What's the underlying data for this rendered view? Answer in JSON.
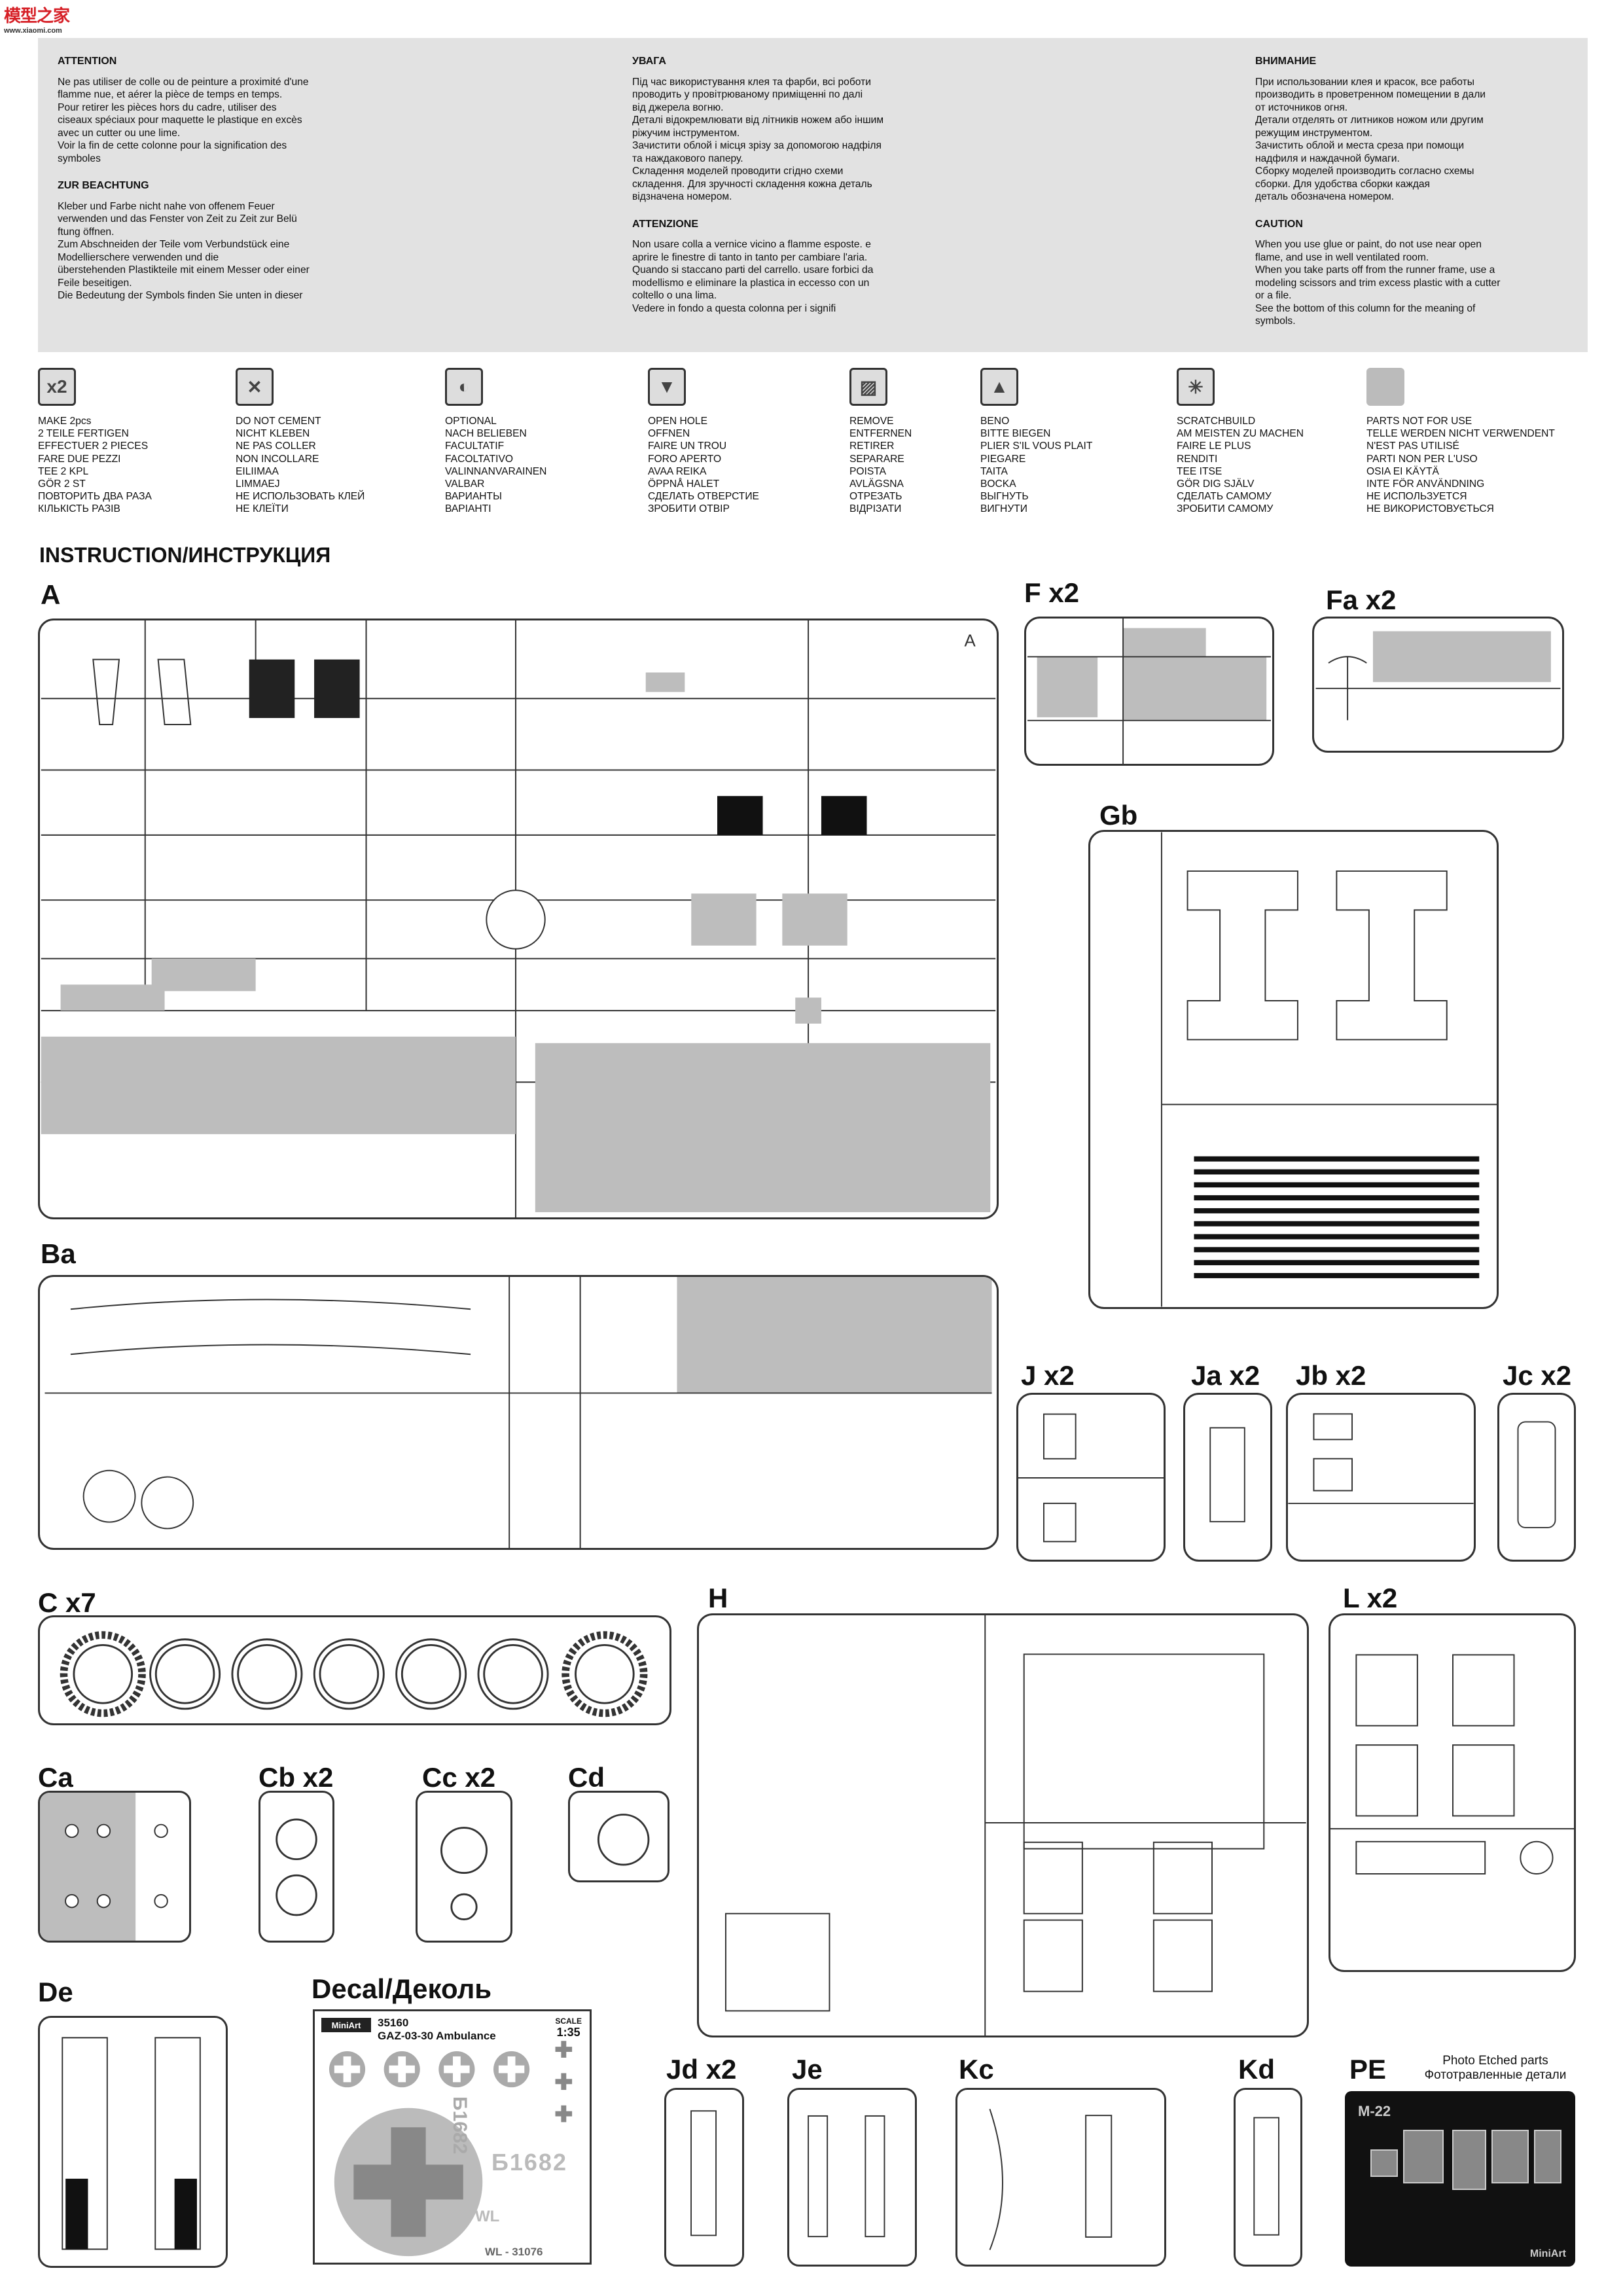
{
  "watermark": {
    "text": "模型之家",
    "sub": "www.xiaomi.com"
  },
  "warnings": [
    {
      "heading": "ATTENTION",
      "lines": [
        "Ne pas utiliser de colle ou de peinture a proximité d'une",
        "flamme nue, et aérer la pièce de temps en temps.",
        "Pour retirer les pièces hors du cadre, utiliser des",
        "ciseaux spéciaux pour maquette le plastique en excès",
        "avec un cutter ou une lime.",
        "Voir la fin de cette colonne pour la signification des",
        "symboles"
      ],
      "heading2": "ZUR BEACHTUNG",
      "lines2": [
        "Kleber und Farbe nicht nahe von offenem Feuer",
        "verwenden und das Fenster von Zeit zu Zeit zur Belü",
        "ftung öffnen.",
        "Zum Abschneiden  der Teile vom Verbundstück eine",
        "Modellierschere   verwenden   und   die",
        "überstehenden Plastikteile mit einem Messer oder einer",
        "Feile beseitigen.",
        "Die Bedeutung der Symbols finden Sie unten in dieser"
      ]
    },
    {
      "heading": "УВАГА",
      "lines": [
        "Під час використування клея та фарби, всі роботи",
        "проводить у провітрюваному  приміщенні по далі",
        "від джерела    вогню.",
        "Деталі відокремлювати від літників ножем або іншим",
        "ріжучим інструментом.",
        "Зачистити облой і місця зрізу за допомогою надфіля",
        "та наждакового паперу.",
        "Складення моделей проводити сгідно  схеми",
        "складення. Для зручності складення кожна деталь",
        "відзначена номером."
      ],
      "heading2": "ATTENZIONE",
      "lines2": [
        "Non usare colla a vernice vicino a flamme esposte. e",
        "aprire le finestre di tanto in tanto per cambiare l'aria.",
        "Quando si staccano parti del carrello. usare forbici da",
        "modellismo e eliminare la plastica in eccesso con un",
        "coltello o una lima.",
        "Vedere in fondo a questa colonna per i signifi"
      ]
    },
    {
      "heading": "ВНИМАНИЕ",
      "lines": [
        "При использовании клея и красок, все работы",
        "производить в проветренном помещении в дали",
        "от источников огня.",
        "Детали отделять от литников ножом или другим",
        "режущим инструментом.",
        "Зачистить облой и места среза при помощи",
        "надфиля и наждачной бумаги.",
        "Сборку моделей производить согласно схемы",
        "сборки. Для удобства сборки каждая",
        "деталь обозначена номером."
      ],
      "heading2": "CAUTION",
      "lines2": [
        "When you use glue or paint, do not use near open",
        "flame, and use in well ventilated room.",
        "When you take parts off from the runner frame, use a",
        "modeling scissors and trim excess plastic with a cutter",
        "or a file.",
        "See the bottom of this column for the meaning of",
        "symbols."
      ]
    }
  ],
  "symbols": [
    {
      "icon": "x2",
      "lines": [
        "MAKE 2pcs",
        "2 TEILE FERTIGEN",
        "EFFECTUER 2 PIECES",
        "FARE DUE PEZZI",
        "TEE 2 KPL",
        "GÖR 2 ST",
        "ПОВТОРИТЬ ДВА РАЗА",
        "КІЛЬКІСТЬ РАЗІВ"
      ]
    },
    {
      "icon": "✕",
      "lines": [
        "DO NOT CEMENT",
        "NICHT KLEBEN",
        "NE PAS COLLER",
        "NON INCOLLARE",
        "EILIIMAA",
        "LIMMAEJ",
        "НЕ ИСПОЛЬЗОВАТЬ КЛЕЙ",
        "НЕ КЛЕЇТИ"
      ]
    },
    {
      "icon": "◐",
      "lines": [
        "OPTIONAL",
        "NACH BELIEBEN",
        "FACULTATIF",
        "FACOLTATIVO",
        "VALINNANVARAINEN",
        "VALBAR",
        "ВАРИАНТЫ",
        "ВАРІАНТІ"
      ]
    },
    {
      "icon": "▼",
      "lines": [
        "OPEN  HOLE",
        "OFFNEN",
        "FAIRE UN TROU",
        "FORO APERTO",
        "AVAA REIKA",
        "ÖPPNÅ HALET",
        "СДЕЛАТЬ ОТВЕРСТИЕ",
        "ЗРОБИТИ ОТВІР"
      ]
    },
    {
      "icon": "▨",
      "lines": [
        "REMOVE",
        "ENTFERNEN",
        "RETIRER",
        "SEPARARE",
        "POISTA",
        "AVLÄGSNA",
        "ОТРЕЗАТЬ",
        "ВІДРІЗАТИ"
      ]
    },
    {
      "icon": "▲",
      "lines": [
        "BENO",
        "BITTE BIEGEN",
        "PLIER S'IL VOUS PLAIT",
        "PIEGARE",
        "TAITA",
        "BOCKA",
        "ВЫГНУТЬ",
        "ВИГНУТИ"
      ]
    },
    {
      "icon": "✳",
      "lines": [
        "SCRATCHBUILD",
        "AM MEISTEN ZU MACHEN",
        "FAIRE LE PLUS",
        "RENDITI",
        "TEE ITSE",
        "GÖR DIG SJÄLV",
        "СДЕЛАТЬ САМОМУ",
        "ЗРОБИТИ САМОМУ"
      ]
    },
    {
      "icon": "",
      "lines": [
        "PARTS NOT FOR USE",
        "TELLE WERDEN NICHT VERWENDENT",
        "N'EST PAS UTILISÉ",
        "PARTI NON PER  L'USO",
        "OSIA EI KÄYTÄ",
        "INTE FÖR ANVÄNDNING",
        "НЕ ИСПОЛЬЗУЕТСЯ",
        "НЕ ВИКОРИСТОВУЄТЬСЯ"
      ]
    }
  ],
  "instruction_title": "INSTRUCTION/ИНСТРУКЦИЯ",
  "sprues": {
    "A": "A",
    "F": "F x2",
    "Fa": "Fa x2",
    "Gb": "Gb",
    "Ba": "Ba",
    "J": "J x2",
    "Ja": "Ja x2",
    "Jb": "Jb x2",
    "Jc": "Jc x2",
    "C": "C x7",
    "H": "H",
    "L": "L x2",
    "Ca": "Ca",
    "Cb": "Cb x2",
    "Cc": "Cc x2",
    "Cd": "Cd",
    "De": "De",
    "Decal": "Decal/Деколь",
    "Jd": "Jd x2",
    "Je": "Je",
    "Kc": "Kc",
    "Kd": "Kd",
    "PE": "PE"
  },
  "decal_sheet": {
    "logo": "MiniArt",
    "number": "35160",
    "name": "GAZ-03-30 Ambulance",
    "scale_label": "SCALE",
    "scale": "1:35",
    "plate1": "Б1682",
    "plate2": "Б1682",
    "reg": "WL - 31076",
    "wl": "WL"
  },
  "photo_etched": {
    "line1": "Photo Etched parts",
    "line2": "Фототравленные детали",
    "mark": "M-22",
    "logo": "MiniArt"
  }
}
